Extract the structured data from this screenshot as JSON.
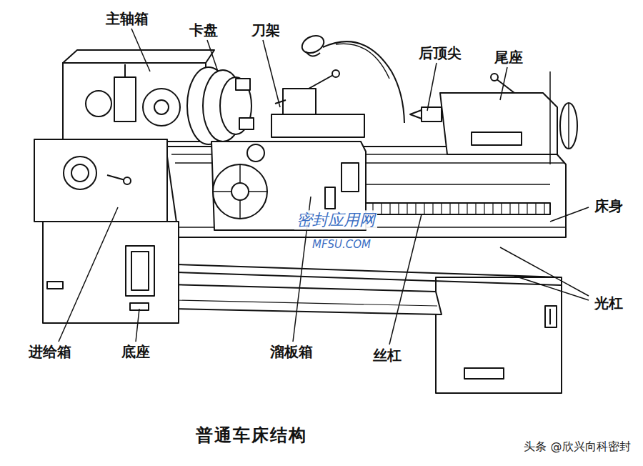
{
  "diagram": {
    "caption": "普通车床结构",
    "labels": [
      "主轴箱",
      "卡盘",
      "刀架",
      "后顶尖",
      "尾座",
      "床身",
      "光杠",
      "进给箱",
      "底座",
      "溜板箱",
      "丝杠",
      "密封应用网",
      "MFSU.COM",
      "头条 @欣兴向科密封"
    ]
  }
}
